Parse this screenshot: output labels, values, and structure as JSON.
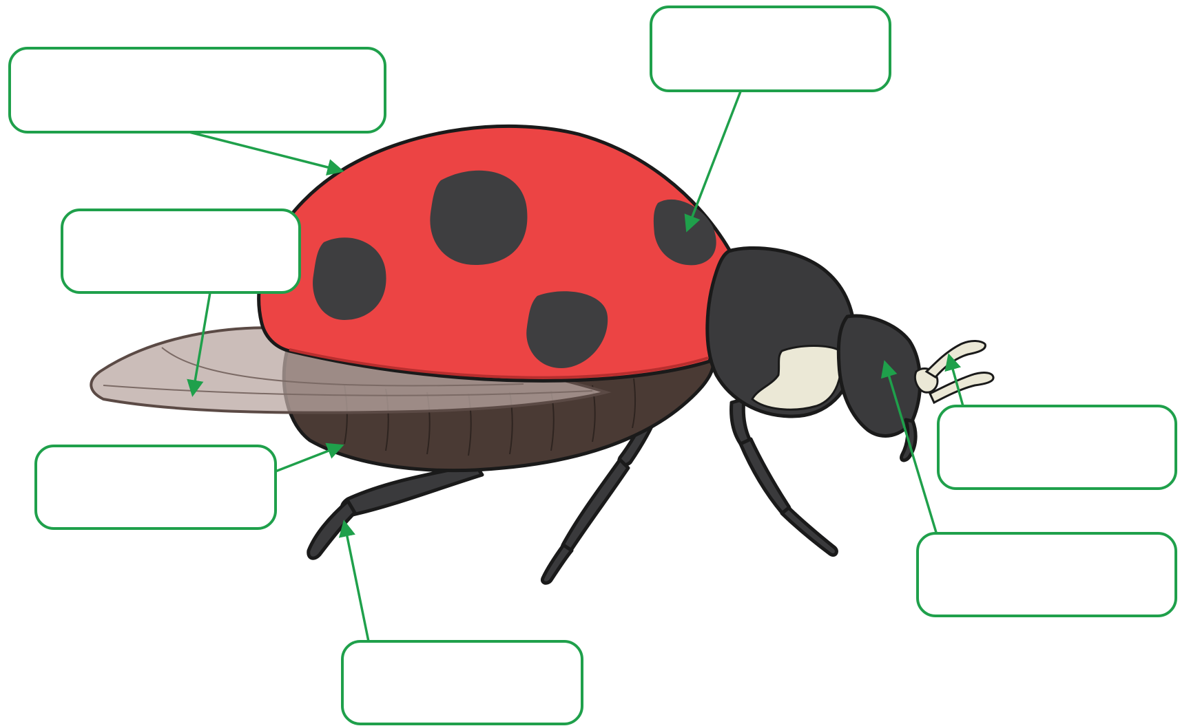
{
  "diagram": {
    "subject": "ladybird",
    "accent_color": "#1fa04b",
    "colors": {
      "shell_red": "#ec4444",
      "spot_dark": "#3e3e40",
      "body_dark": "#3a3a3c",
      "abdomen_brown": "#4a3a34",
      "wing_tint": "#b9a7a2",
      "cream": "#ebe8d6"
    },
    "labels": [
      {
        "id": "shell",
        "text": ""
      },
      {
        "id": "spot",
        "text": ""
      },
      {
        "id": "wing",
        "text": ""
      },
      {
        "id": "abdomen",
        "text": ""
      },
      {
        "id": "leg",
        "text": ""
      },
      {
        "id": "antenna",
        "text": ""
      },
      {
        "id": "eye",
        "text": ""
      }
    ]
  }
}
